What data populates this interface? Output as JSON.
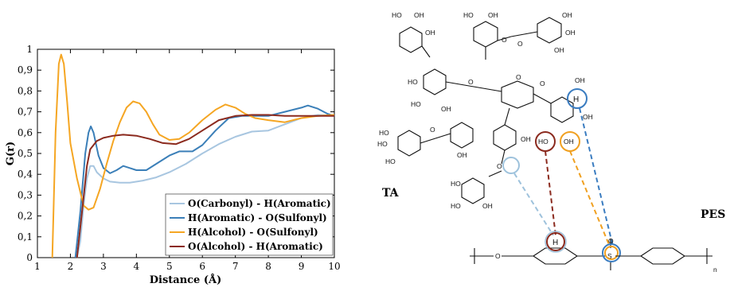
{
  "chart_data": {
    "type": "line",
    "xlabel": "Distance (Å)",
    "ylabel": "G(r)",
    "xlim": [
      1,
      10
    ],
    "ylim": [
      0,
      1
    ],
    "xticks": [
      "1",
      "2",
      "3",
      "4",
      "5",
      "6",
      "7",
      "8",
      "9",
      "10"
    ],
    "yticks": [
      "0",
      "0,1",
      "0,2",
      "0,3",
      "0,4",
      "0,5",
      "0,6",
      "0,7",
      "0,8",
      "0,9",
      "1"
    ],
    "legend_position": "bottom-right",
    "series": [
      {
        "name": "O(Carbonyl) - H(Aromatic)",
        "color": "#a8c6e0",
        "points": [
          [
            2.2,
            0
          ],
          [
            2.3,
            0.08
          ],
          [
            2.4,
            0.25
          ],
          [
            2.5,
            0.38
          ],
          [
            2.6,
            0.44
          ],
          [
            2.7,
            0.44
          ],
          [
            2.8,
            0.41
          ],
          [
            3.0,
            0.38
          ],
          [
            3.2,
            0.365
          ],
          [
            3.5,
            0.36
          ],
          [
            3.8,
            0.36
          ],
          [
            4.2,
            0.37
          ],
          [
            4.6,
            0.385
          ],
          [
            5.0,
            0.41
          ],
          [
            5.5,
            0.45
          ],
          [
            6.0,
            0.5
          ],
          [
            6.5,
            0.545
          ],
          [
            7.0,
            0.58
          ],
          [
            7.5,
            0.605
          ],
          [
            8.0,
            0.61
          ],
          [
            8.5,
            0.64
          ],
          [
            9.0,
            0.67
          ],
          [
            9.5,
            0.685
          ],
          [
            10.0,
            0.68
          ]
        ]
      },
      {
        "name": "H(Aromatic) - O(Sulfonyl)",
        "color": "#3b7fb8",
        "points": [
          [
            2.15,
            0
          ],
          [
            2.3,
            0.22
          ],
          [
            2.45,
            0.5
          ],
          [
            2.55,
            0.6
          ],
          [
            2.62,
            0.63
          ],
          [
            2.7,
            0.6
          ],
          [
            2.85,
            0.49
          ],
          [
            3.0,
            0.43
          ],
          [
            3.2,
            0.405
          ],
          [
            3.4,
            0.42
          ],
          [
            3.6,
            0.44
          ],
          [
            3.8,
            0.43
          ],
          [
            4.0,
            0.42
          ],
          [
            4.3,
            0.42
          ],
          [
            4.6,
            0.45
          ],
          [
            5.0,
            0.49
          ],
          [
            5.3,
            0.51
          ],
          [
            5.7,
            0.51
          ],
          [
            6.0,
            0.54
          ],
          [
            6.4,
            0.61
          ],
          [
            6.8,
            0.67
          ],
          [
            7.2,
            0.68
          ],
          [
            7.6,
            0.68
          ],
          [
            8.0,
            0.68
          ],
          [
            8.5,
            0.7
          ],
          [
            9.0,
            0.72
          ],
          [
            9.2,
            0.73
          ],
          [
            9.5,
            0.715
          ],
          [
            9.8,
            0.69
          ],
          [
            10.0,
            0.68
          ]
        ]
      },
      {
        "name": "H(Alcohol) - O(Sulfonyl)",
        "color": "#f5a623",
        "points": [
          [
            1.45,
            0
          ],
          [
            1.55,
            0.6
          ],
          [
            1.65,
            0.93
          ],
          [
            1.72,
            0.975
          ],
          [
            1.8,
            0.93
          ],
          [
            1.9,
            0.75
          ],
          [
            2.0,
            0.55
          ],
          [
            2.2,
            0.38
          ],
          [
            2.4,
            0.25
          ],
          [
            2.55,
            0.23
          ],
          [
            2.7,
            0.24
          ],
          [
            2.9,
            0.33
          ],
          [
            3.1,
            0.45
          ],
          [
            3.3,
            0.56
          ],
          [
            3.5,
            0.65
          ],
          [
            3.7,
            0.72
          ],
          [
            3.9,
            0.75
          ],
          [
            4.1,
            0.74
          ],
          [
            4.3,
            0.7
          ],
          [
            4.5,
            0.64
          ],
          [
            4.7,
            0.59
          ],
          [
            5.0,
            0.565
          ],
          [
            5.3,
            0.57
          ],
          [
            5.6,
            0.6
          ],
          [
            6.0,
            0.66
          ],
          [
            6.4,
            0.71
          ],
          [
            6.7,
            0.735
          ],
          [
            7.0,
            0.72
          ],
          [
            7.3,
            0.69
          ],
          [
            7.6,
            0.67
          ],
          [
            8.0,
            0.66
          ],
          [
            8.5,
            0.65
          ],
          [
            9.0,
            0.67
          ],
          [
            9.5,
            0.68
          ],
          [
            10.0,
            0.685
          ]
        ]
      },
      {
        "name": "O(Alcohol) - H(Aromatic)",
        "color": "#8b2a1e",
        "points": [
          [
            2.2,
            0
          ],
          [
            2.35,
            0.22
          ],
          [
            2.5,
            0.44
          ],
          [
            2.6,
            0.52
          ],
          [
            2.8,
            0.56
          ],
          [
            3.0,
            0.575
          ],
          [
            3.3,
            0.585
          ],
          [
            3.6,
            0.59
          ],
          [
            4.0,
            0.585
          ],
          [
            4.4,
            0.57
          ],
          [
            4.8,
            0.55
          ],
          [
            5.2,
            0.545
          ],
          [
            5.6,
            0.57
          ],
          [
            6.0,
            0.61
          ],
          [
            6.5,
            0.66
          ],
          [
            7.0,
            0.68
          ],
          [
            7.5,
            0.685
          ],
          [
            8.0,
            0.685
          ],
          [
            8.5,
            0.68
          ],
          [
            9.0,
            0.68
          ],
          [
            9.5,
            0.68
          ],
          [
            10.0,
            0.68
          ]
        ]
      }
    ]
  },
  "molecule": {
    "ta_label": "TA",
    "pes_label": "PES",
    "subscript_n": "n",
    "atoms": {
      "ho": "HO",
      "oh": "OH",
      "o": "O",
      "h": "H",
      "s": "S"
    },
    "colors": {
      "light_blue": "#9ec2dc",
      "blue": "#3a7cc0",
      "orange": "#f0a020",
      "maroon": "#8b2a1e"
    }
  }
}
